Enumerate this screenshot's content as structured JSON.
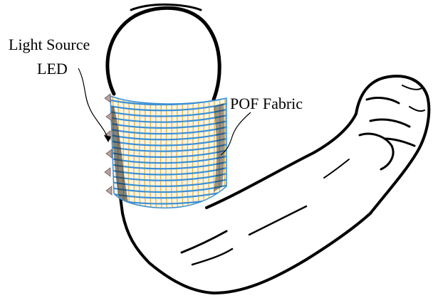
{
  "labels": {
    "light_source": "Light Source",
    "led": "LED",
    "pof_fabric": "POF Fabric"
  },
  "colors": {
    "fiber_blue": "#3a8fd6",
    "fiber_yellow": "#e8b84a",
    "led_color": "#b8a2a2",
    "outline": "#000000"
  },
  "led_count": 6
}
